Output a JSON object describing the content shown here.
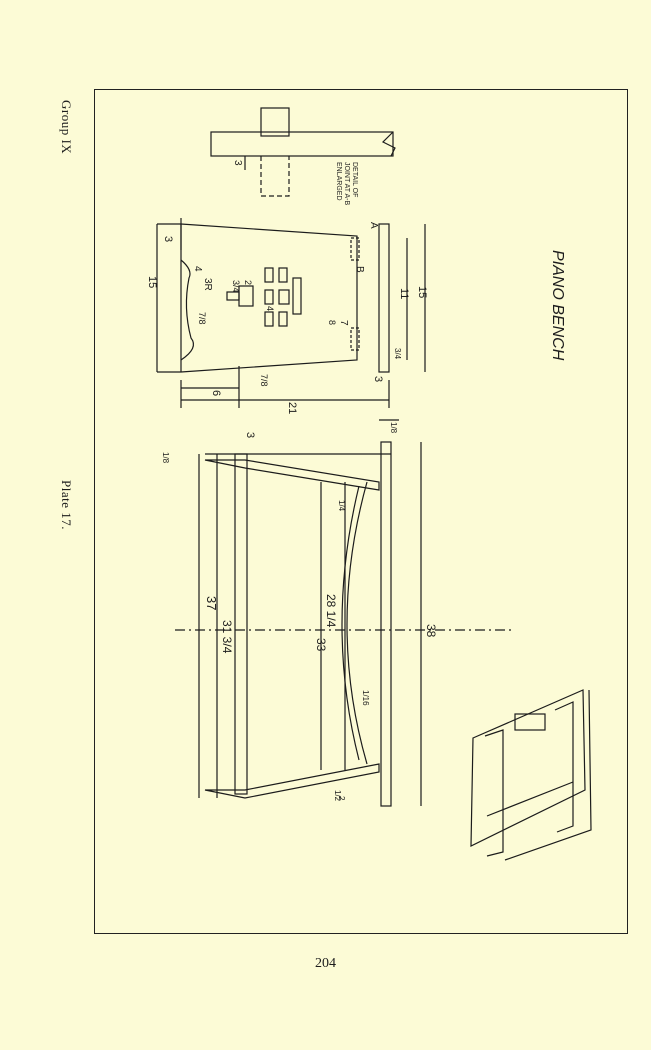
{
  "page": {
    "group_label": "Group IX",
    "plate_label": "Plate 17.",
    "page_number": "204"
  },
  "drawing": {
    "title": "PIANO BENCH",
    "detail_label": [
      "DETAIL OF",
      "JOINT AT A-B",
      "ENLARGED"
    ],
    "joint_letters": [
      "A",
      "B"
    ],
    "end_view_dims": [
      "3",
      "15",
      "3R",
      "4",
      "2",
      "3/4",
      "7/8",
      "4",
      "7",
      "8",
      "15",
      "11",
      "3/4",
      "3",
      "6",
      "7/8",
      "21",
      "1/8"
    ],
    "front_view_dims": [
      "3",
      "1/8",
      "1/4",
      "2",
      "37",
      "31 3/4",
      "28 1/4",
      "33",
      "38",
      "1/16",
      "1/2"
    ]
  },
  "colors": {
    "paper": "#fcfbd6",
    "ink": "#1c1c1c"
  }
}
